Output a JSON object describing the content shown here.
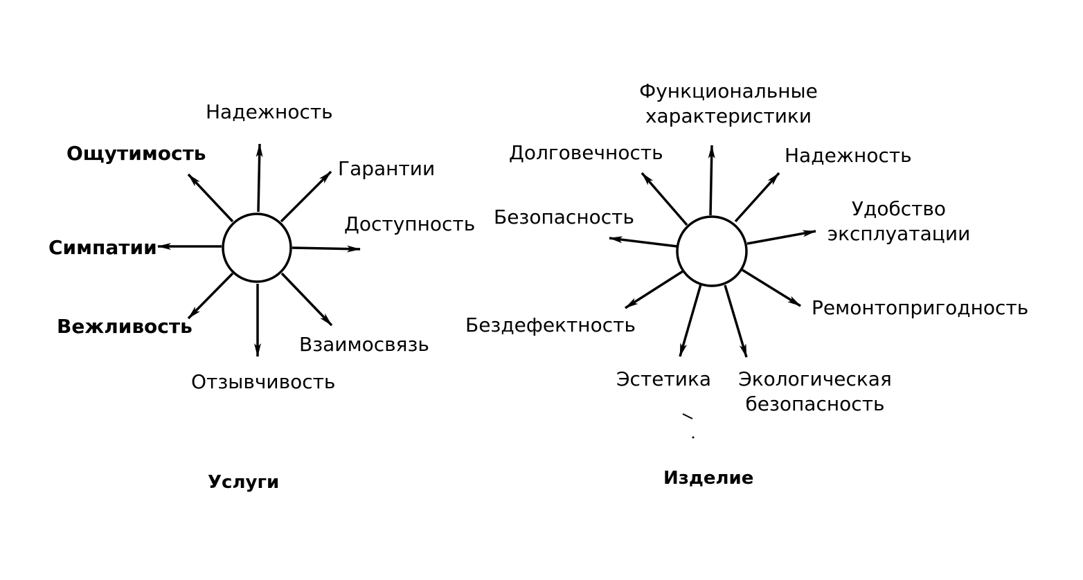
{
  "colors": {
    "ink": "#000000",
    "paper": "#ffffff"
  },
  "services": {
    "caption": "Услуги",
    "labels": {
      "reliability": "Надежность",
      "guarantees": "Гарантии",
      "accessibility": "Доступность",
      "interconnection": "Взаимосвязь",
      "responsiveness": "Отзывчивость",
      "politeness": "Вежливость",
      "sympathies": "Симпатии",
      "tangibility": "Ощутимость"
    }
  },
  "product": {
    "caption": "Изделие",
    "labels": {
      "functional_line1": "Функциональные",
      "functional_line2": "характеристики",
      "reliability": "Надежность",
      "usability_line1": "Удобство",
      "usability_line2": "эксплуатации",
      "maintainability": "Ремонтопригодность",
      "eco_line1": "Экологическая",
      "eco_line2": "безопасность",
      "aesthetics": "Эстетика",
      "defectless": "Бездефектность",
      "safety": "Безопасность",
      "durability": "Долговечность"
    }
  }
}
